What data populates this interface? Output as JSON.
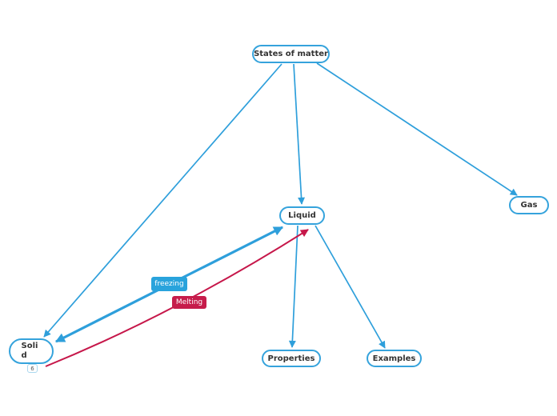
{
  "colors": {
    "edge_blue": "#2e9fdb",
    "edge_red": "#c6174a",
    "node_border_blue": "#35a3dc",
    "node_text": "#333333",
    "label_freezing_bg": "#29a3dc",
    "label_melting_bg": "#c61c4b",
    "canvas_bg": "#ffffff"
  },
  "nodes": {
    "states": {
      "label": "States of matter"
    },
    "liquid": {
      "label": "Liquid"
    },
    "gas": {
      "label": "Gas"
    },
    "solid": {
      "label": "Solid"
    },
    "properties": {
      "label": "Properties"
    },
    "examples": {
      "label": "Examples"
    }
  },
  "edge_labels": {
    "freezing": {
      "label": "freezing"
    },
    "melting": {
      "label": "Melting"
    }
  },
  "badges": {
    "solid_count": "6"
  }
}
